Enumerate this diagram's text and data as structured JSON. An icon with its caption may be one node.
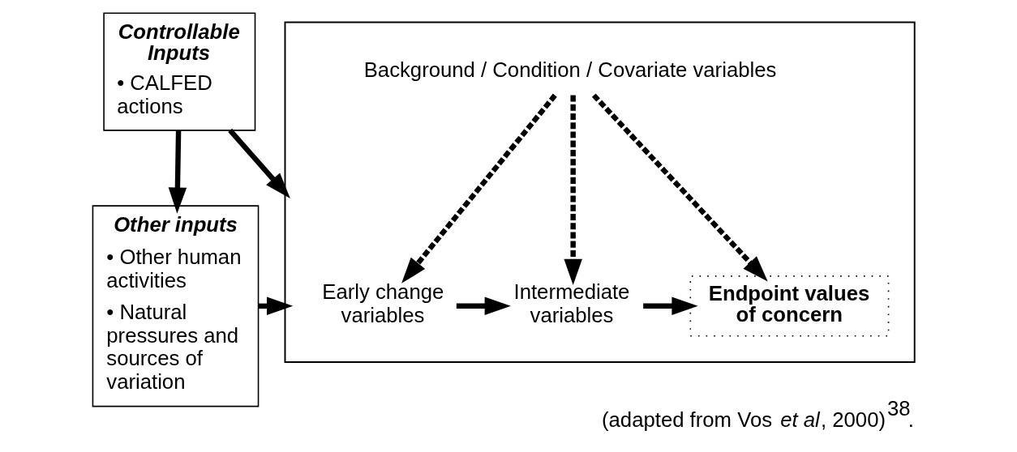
{
  "diagram": {
    "caption": "(adapted from Vos *et al*, 2000)$^{38}$.",
    "nodes": [
      {
        "text": [
          "Controllable Inputs",
          "• CALFED actions"
        ]
      },
      {
        "text": [
          "Other inputs",
          "• Other human activities",
          "• Natural pressures and sources of variation"
        ]
      },
      {
        "text": [],
        "shape": "box"
      },
      {
        "text": [
          "Background / Condition / Covariate variables"
        ],
        "in": 2
      },
      {
        "text": [
          "Early change variables"
        ],
        "in": 2
      },
      {
        "text": [
          "Intermediate variables"
        ],
        "in": 2
      },
      {
        "text": [
          "Endpoint values of concern"
        ],
        "in": 2
      }
    ],
    "edges": [
      {
        "from": 0,
        "to": 1,
        "arrow": "to"
      },
      {
        "from": 0,
        "to": 2,
        "arrow": "to"
      },
      {
        "from": 1,
        "to": 2,
        "arrow": "to"
      },
      {
        "from": 3,
        "to": 4,
        "arrow": "to",
        "style": "dashed"
      },
      {
        "from": 3,
        "to": 5,
        "arrow": "to",
        "style": "dashed"
      },
      {
        "from": 3,
        "to": 6,
        "arrow": "to",
        "style": "dashed"
      },
      {
        "from": 4,
        "to": 5,
        "arrow": "to"
      },
      {
        "from": 5,
        "to": 6,
        "arrow": "to"
      }
    ]
  }
}
